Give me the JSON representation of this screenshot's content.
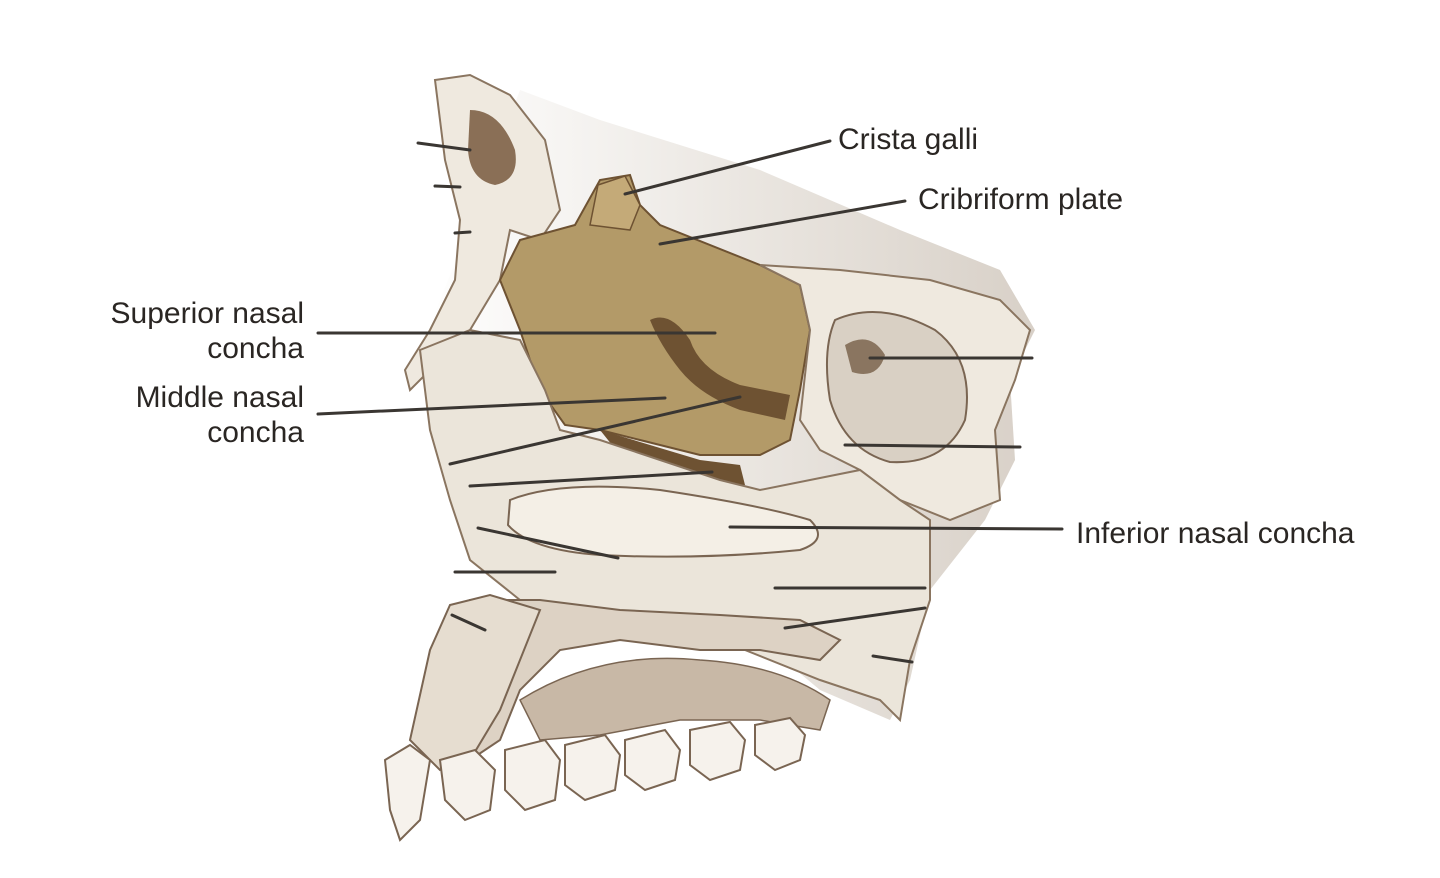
{
  "diagram": {
    "labels": {
      "crista_galli": "Crista galli",
      "cribriform_plate": "Cribriform plate",
      "superior_nasal_concha": {
        "line1": "Superior nasal",
        "line2": "concha"
      },
      "middle_nasal_concha": {
        "line1": "Middle nasal",
        "line2": "concha"
      },
      "inferior_nasal_concha": "Inferior nasal concha"
    },
    "colors": {
      "ethmoid_bone": "#b39a68",
      "ethmoid_shadow": "#6e5232",
      "bone": "#efe9df",
      "bone_shadow": "#a48e78",
      "leader_line": "#3a3632",
      "text": "#2a2623"
    }
  }
}
